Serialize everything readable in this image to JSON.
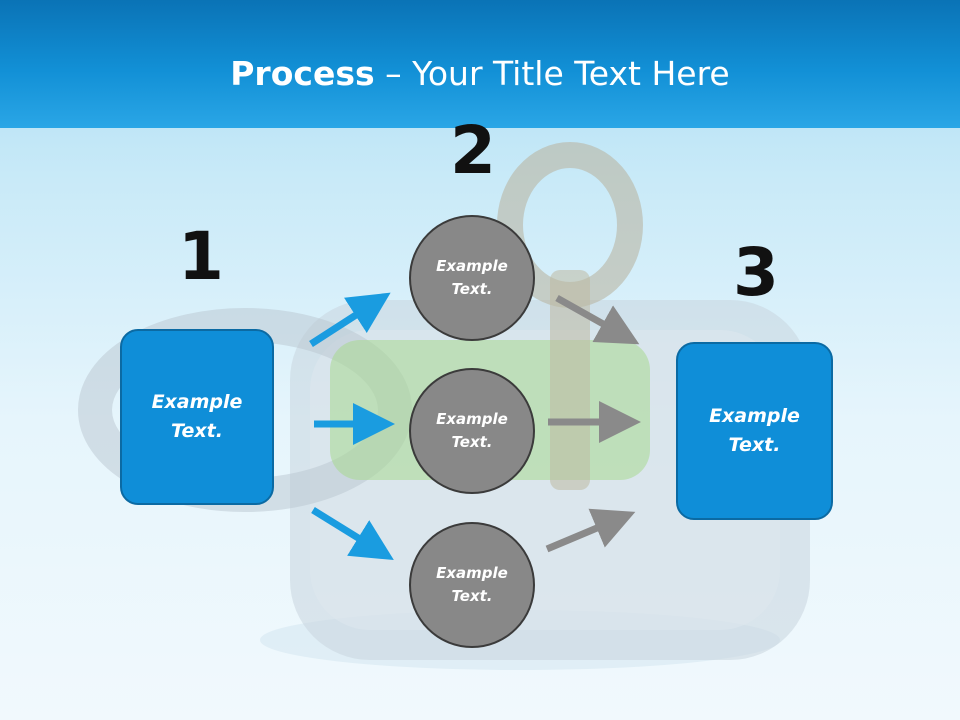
{
  "title": {
    "bold": "Process",
    "rest": " – Your Title Text Here"
  },
  "steps": {
    "one": "1",
    "two": "2",
    "three": "3"
  },
  "left_box": {
    "text": "Example Text."
  },
  "right_box": {
    "text": "Example Text."
  },
  "circles": [
    {
      "text": "Example Text."
    },
    {
      "text": "Example Text."
    },
    {
      "text": "Example Text."
    }
  ],
  "colors": {
    "header": "#1290d6",
    "box": "#0f8ed8",
    "circle": "#888888",
    "blue_arrow": "#1a9ce0",
    "gray_arrow": "#8a8a8a"
  },
  "background_image": "padlock-with-key-photo"
}
